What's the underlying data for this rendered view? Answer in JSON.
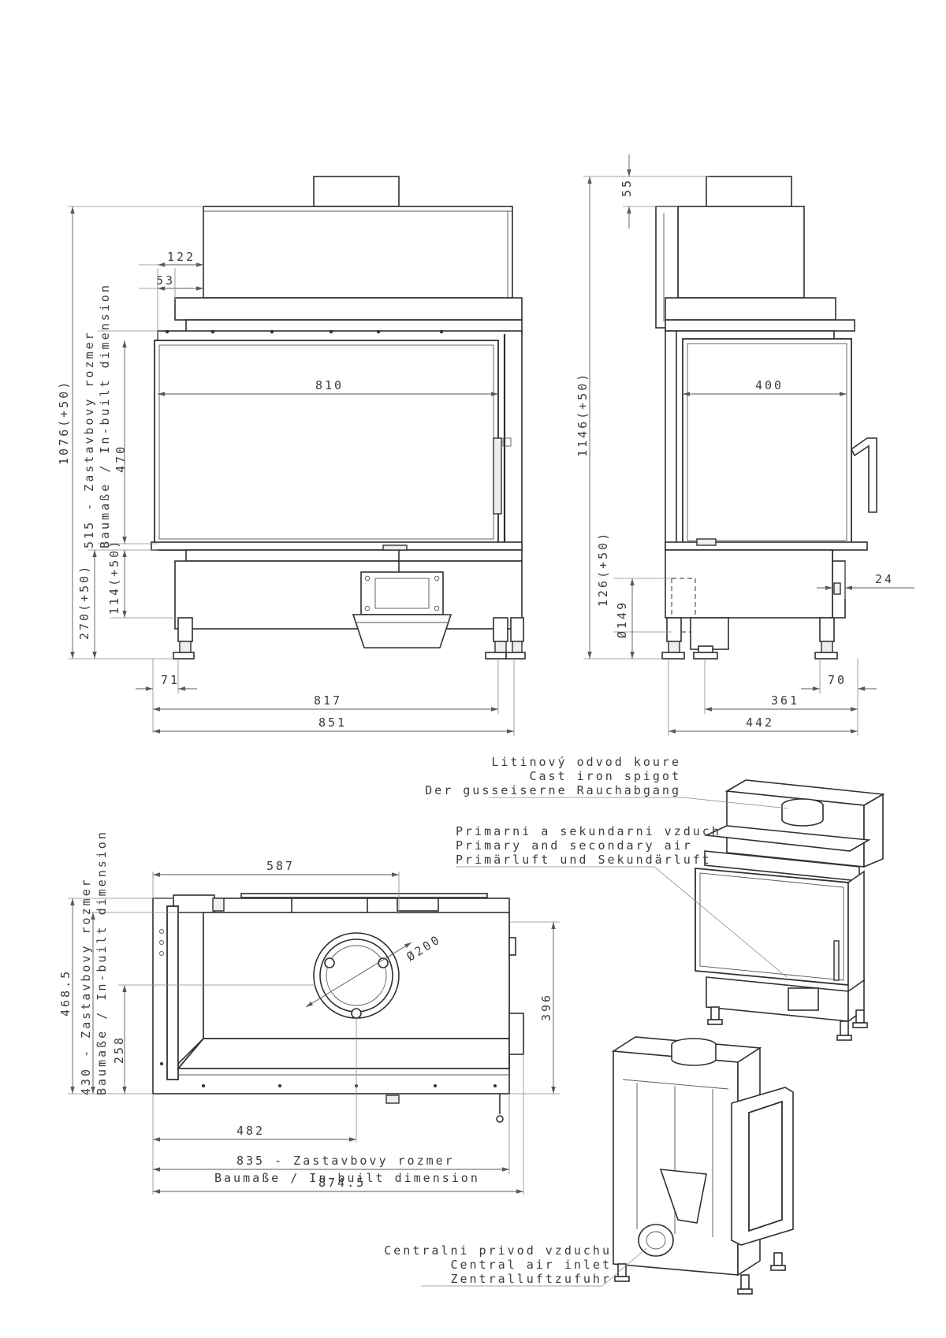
{
  "colors": {
    "line": "#303030",
    "dimension": "#5a5a5a",
    "text": "#3c3c3c",
    "background": "#ffffff"
  },
  "front_view": {
    "dims": {
      "d122": "122",
      "d53": "53",
      "d810": "810",
      "d1076": "1076(+50)",
      "d515": "515 - Zastavbovy rozmer",
      "d515b": "Baumaße / In-built dimension",
      "d470": "470",
      "d270": "270(+50)",
      "d114": "114(+50)",
      "d71": "71",
      "d817": "817",
      "d851": "851"
    }
  },
  "side_view": {
    "dims": {
      "d55": "55",
      "d400": "400",
      "d1146": "1146(+50)",
      "d126": "126(+50)",
      "d149": "Ø149",
      "d24": "24",
      "d70": "70",
      "d361": "361",
      "d442": "442"
    }
  },
  "top_view": {
    "dims": {
      "d587": "587",
      "d200": "Ø200",
      "d468": "468.5",
      "d430": "430 - Zastavbovy rozmer",
      "d430b": "Baumaße / In-built dimension",
      "d258": "258",
      "d396": "396",
      "d482": "482",
      "d835": "835 - Zastavbovy rozmer",
      "d835b": "Baumaße / In-built dimension",
      "d874": "874.5"
    }
  },
  "callouts": {
    "spigot": [
      "Litinový odvod koure",
      "Cast iron spigot",
      "Der gusseiserne Rauchabgang"
    ],
    "air": [
      "Primarni a sekundarni vzduch",
      "Primary and secondary air",
      "Primärluft und Sekundärluft"
    ],
    "inlet": [
      "Centralni privod vzduchu",
      "Central air inlet",
      "Zentralluftzufuhr"
    ]
  }
}
